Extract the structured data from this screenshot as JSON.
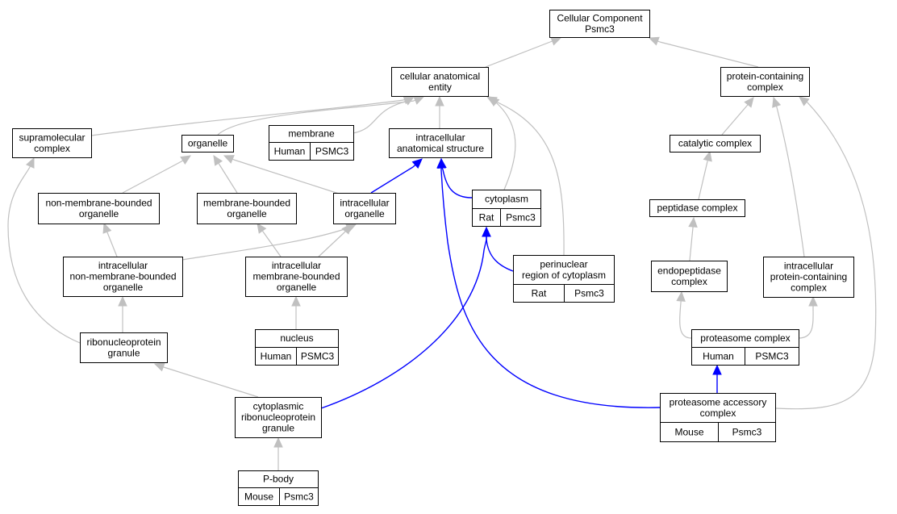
{
  "colors": {
    "human": "#f4644c",
    "rat": "#ffd700",
    "mouse": "#add8e6",
    "edge_gray": "#c0c0c0",
    "edge_blue": "#0000ff"
  },
  "nodes": {
    "root": [
      "Cellular Component",
      "Psmc3"
    ],
    "cae": [
      "cellular anatomical",
      "entity"
    ],
    "pcc": [
      "protein-containing",
      "complex"
    ],
    "supra": [
      "supramolecular",
      "complex"
    ],
    "organelle": [
      "organelle"
    ],
    "membrane": [
      "membrane"
    ],
    "ias": [
      "intracellular",
      "anatomical structure"
    ],
    "catalytic": [
      "catalytic complex"
    ],
    "nmbo": [
      "non-membrane-bounded",
      "organelle"
    ],
    "mbo": [
      "membrane-bounded",
      "organelle"
    ],
    "io": [
      "intracellular",
      "organelle"
    ],
    "cytoplasm": [
      "cytoplasm"
    ],
    "peptidase": [
      "peptidase complex"
    ],
    "inmbo": [
      "intracellular",
      "non-membrane-bounded",
      "organelle"
    ],
    "imbo": [
      "intracellular",
      "membrane-bounded",
      "organelle"
    ],
    "perinuclear": [
      "perinuclear",
      "region of cytoplasm"
    ],
    "endopeptidase": [
      "endopeptidase",
      "complex"
    ],
    "ipcc": [
      "intracellular",
      "protein-containing",
      "complex"
    ],
    "nucleus": [
      "nucleus"
    ],
    "proteasome": [
      "proteasome complex"
    ],
    "rnpg": [
      "ribonucleoprotein",
      "granule"
    ],
    "crnpg": [
      "cytoplasmic",
      "ribonucleoprotein",
      "granule"
    ],
    "pac": [
      "proteasome accessory",
      "complex"
    ],
    "pbody": [
      "P-body"
    ]
  },
  "annotations": {
    "membrane": [
      "Human",
      "PSMC3"
    ],
    "cytoplasm": [
      "Rat",
      "Psmc3"
    ],
    "perinuclear": [
      "Rat",
      "Psmc3"
    ],
    "nucleus": [
      "Human",
      "PSMC3"
    ],
    "proteasome": [
      "Human",
      "PSMC3"
    ],
    "pac": [
      "Mouse",
      "Psmc3"
    ],
    "pbody": [
      "Mouse",
      "Psmc3"
    ]
  },
  "annotation_colors": {
    "membrane": "human",
    "cytoplasm": "rat",
    "perinuclear": "rat",
    "nucleus": "human",
    "proteasome": "human",
    "pac": "mouse",
    "pbody": "mouse"
  },
  "edges": [
    {
      "from": "cae",
      "to": "root",
      "color": "gray"
    },
    {
      "from": "pcc",
      "to": "root",
      "color": "gray"
    },
    {
      "from": "supra",
      "to": "cae",
      "color": "gray"
    },
    {
      "from": "organelle",
      "to": "cae",
      "color": "gray"
    },
    {
      "from": "membrane",
      "to": "cae",
      "color": "gray"
    },
    {
      "from": "ias",
      "to": "cae",
      "color": "gray"
    },
    {
      "from": "cytoplasm",
      "to": "cae",
      "color": "gray"
    },
    {
      "from": "perinuclear",
      "to": "cae",
      "color": "gray"
    },
    {
      "from": "catalytic",
      "to": "pcc",
      "color": "gray"
    },
    {
      "from": "ipcc",
      "to": "pcc",
      "color": "gray"
    },
    {
      "from": "pac",
      "to": "pcc",
      "color": "gray"
    },
    {
      "from": "nmbo",
      "to": "organelle",
      "color": "gray"
    },
    {
      "from": "mbo",
      "to": "organelle",
      "color": "gray"
    },
    {
      "from": "io",
      "to": "organelle",
      "color": "gray"
    },
    {
      "from": "io",
      "to": "ias",
      "color": "blue"
    },
    {
      "from": "cytoplasm",
      "to": "ias",
      "color": "blue"
    },
    {
      "from": "pac",
      "to": "ias",
      "color": "blue"
    },
    {
      "from": "peptidase",
      "to": "catalytic",
      "color": "gray"
    },
    {
      "from": "inmbo",
      "to": "nmbo",
      "color": "gray"
    },
    {
      "from": "inmbo",
      "to": "io",
      "color": "gray"
    },
    {
      "from": "imbo",
      "to": "mbo",
      "color": "gray"
    },
    {
      "from": "imbo",
      "to": "io",
      "color": "gray"
    },
    {
      "from": "perinuclear",
      "to": "cytoplasm",
      "color": "blue"
    },
    {
      "from": "crnpg",
      "to": "cytoplasm",
      "color": "blue"
    },
    {
      "from": "endopeptidase",
      "to": "peptidase",
      "color": "gray"
    },
    {
      "from": "rnpg",
      "to": "inmbo",
      "color": "gray"
    },
    {
      "from": "rnpg",
      "to": "supra",
      "color": "gray"
    },
    {
      "from": "nucleus",
      "to": "imbo",
      "color": "gray"
    },
    {
      "from": "proteasome",
      "to": "endopeptidase",
      "color": "gray"
    },
    {
      "from": "proteasome",
      "to": "ipcc",
      "color": "gray"
    },
    {
      "from": "crnpg",
      "to": "rnpg",
      "color": "gray"
    },
    {
      "from": "pac",
      "to": "proteasome",
      "color": "blue"
    },
    {
      "from": "pbody",
      "to": "crnpg",
      "color": "gray"
    }
  ]
}
